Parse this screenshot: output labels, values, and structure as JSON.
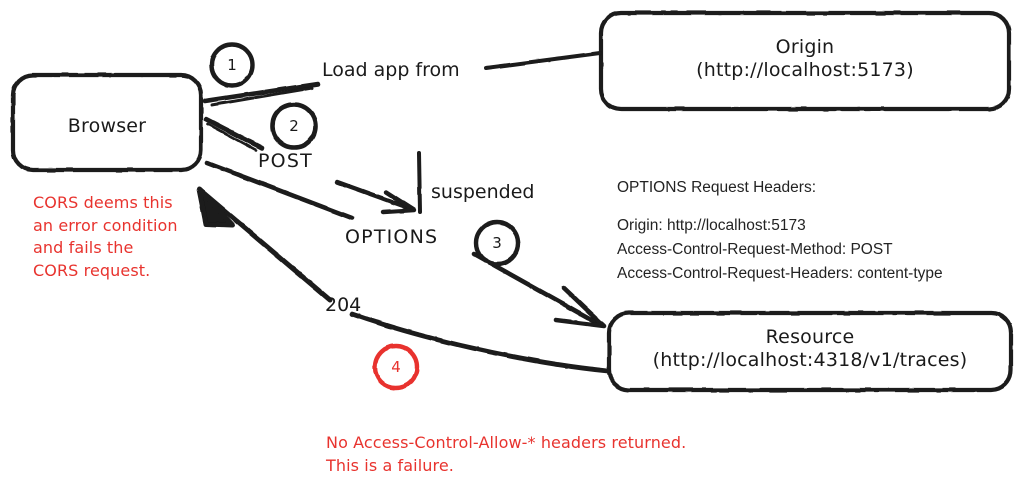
{
  "diagram": {
    "title": "CORS preflight failure flow",
    "colors": {
      "ink": "#1a1a1a",
      "red": "#e8332e",
      "background": "#ffffff"
    },
    "nodes": [
      {
        "id": "browser",
        "title": "Browser",
        "subtitle": ""
      },
      {
        "id": "origin",
        "title": "Origin",
        "subtitle": "(http://localhost:5173)"
      },
      {
        "id": "resource",
        "title": "Resource",
        "subtitle": "(http://localhost:4318/v1/traces)"
      }
    ],
    "steps": [
      {
        "number": "1",
        "color": "#1a1a1a"
      },
      {
        "number": "2",
        "color": "#1a1a1a"
      },
      {
        "number": "3",
        "color": "#1a1a1a"
      },
      {
        "number": "4",
        "color": "#e8332e"
      }
    ],
    "edge_labels": [
      {
        "id": "load-app-from",
        "text": "Load app from"
      },
      {
        "id": "post",
        "text": "POST"
      },
      {
        "id": "suspended",
        "text": "suspended"
      },
      {
        "id": "options",
        "text": "OPTIONS"
      },
      {
        "id": "status-204",
        "text": "204"
      }
    ],
    "headers_panel": {
      "title": "OPTIONS Request Headers:",
      "lines": "Origin: http://localhost:5173\nAccess-Control-Request-Method: POST\nAccess-Control-Request-Headers: content-type"
    },
    "annotations": [
      {
        "id": "cors-error-note",
        "text": "CORS deems this\nan error condition\nand fails the\nCORS request."
      },
      {
        "id": "no-allow-headers-note",
        "text": "No Access-Control-Allow-* headers returned.\nThis is a failure."
      }
    ]
  }
}
